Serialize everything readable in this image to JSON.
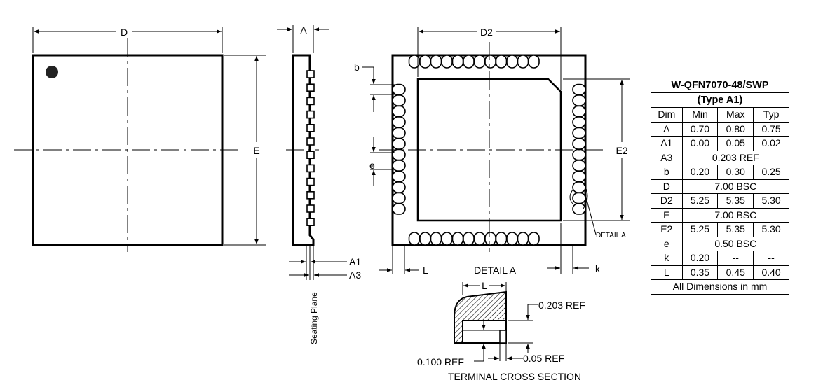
{
  "drawing": {
    "labels": {
      "D": "D",
      "E": "E",
      "A": "A",
      "A1": "A1",
      "A3": "A3",
      "D2": "D2",
      "E2": "E2",
      "b": "b",
      "e": "e",
      "L": "L",
      "k": "k",
      "detail_a_callout": "DETAIL A",
      "seating_plane": "Seating Plane",
      "detail_a_title": "DETAIL A",
      "detail_L": "L",
      "ref_0203": "0.203 REF",
      "ref_0100": "0.100 REF",
      "ref_005": "0.05 REF",
      "cross_section_title": "TERMINAL CROSS SECTION"
    }
  },
  "table": {
    "title_line1": "W-QFN7070-48/SWP",
    "title_line2": "(Type A1)",
    "headers": [
      "Dim",
      "Min",
      "Max",
      "Typ"
    ],
    "rows": [
      {
        "dim": "A",
        "min": "0.70",
        "max": "0.80",
        "typ": "0.75"
      },
      {
        "dim": "A1",
        "min": "0.00",
        "max": "0.05",
        "typ": "0.02"
      },
      {
        "dim": "A3",
        "span": "0.203 REF"
      },
      {
        "dim": "b",
        "min": "0.20",
        "max": "0.30",
        "typ": "0.25"
      },
      {
        "dim": "D",
        "span": "7.00 BSC"
      },
      {
        "dim": "D2",
        "min": "5.25",
        "max": "5.35",
        "typ": "5.30"
      },
      {
        "dim": "E",
        "span": "7.00 BSC"
      },
      {
        "dim": "E2",
        "min": "5.25",
        "max": "5.35",
        "typ": "5.30"
      },
      {
        "dim": "e",
        "span": "0.50 BSC"
      },
      {
        "dim": "k",
        "min": "0.20",
        "max": "--",
        "typ": "--"
      },
      {
        "dim": "L",
        "min": "0.35",
        "max": "0.45",
        "typ": "0.40"
      }
    ],
    "footer": "All Dimensions in mm"
  }
}
